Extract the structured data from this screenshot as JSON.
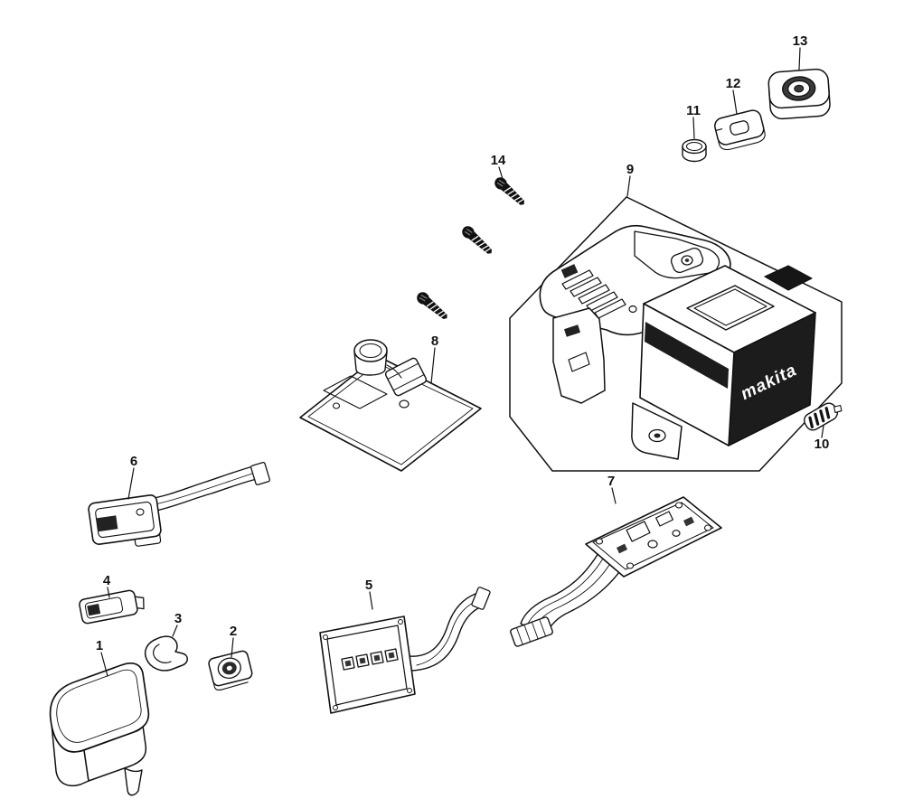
{
  "diagram": {
    "brand_text": "makita",
    "part_labels": [
      "1",
      "2",
      "3",
      "4",
      "5",
      "6",
      "7",
      "8",
      "9",
      "10",
      "11",
      "12",
      "13",
      "14"
    ],
    "colors": {
      "line": "#111111",
      "background": "#ffffff",
      "dark_fill": "#1c1c1c"
    }
  }
}
